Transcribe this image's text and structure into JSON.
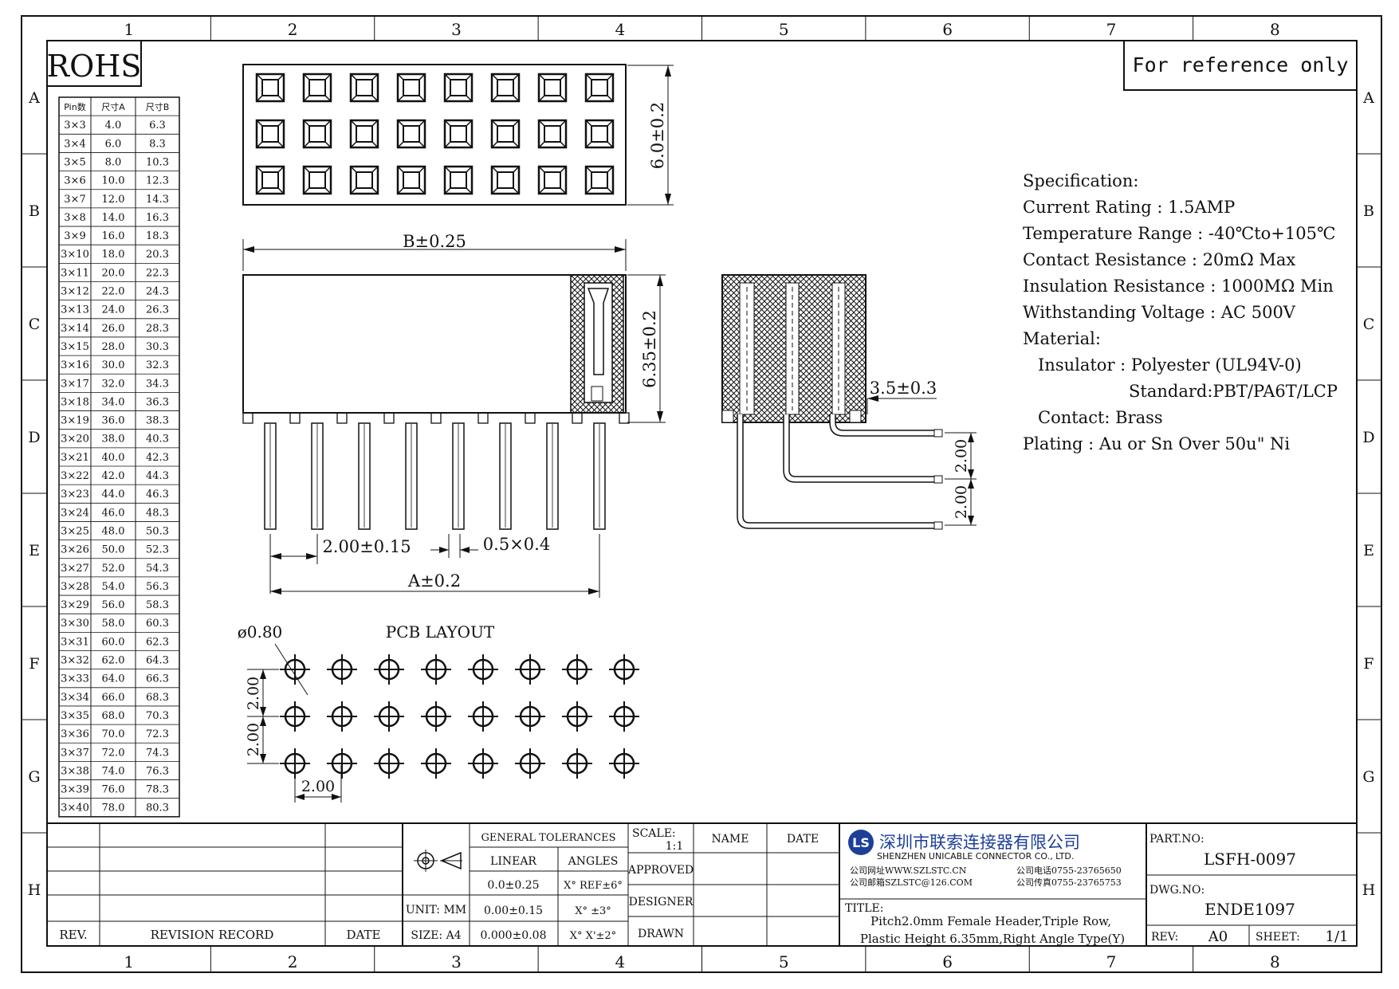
{
  "frame": {
    "columns": [
      "1",
      "2",
      "3",
      "4",
      "5",
      "6",
      "7",
      "8"
    ],
    "rows": [
      "A",
      "B",
      "C",
      "D",
      "E",
      "F",
      "G",
      "H"
    ]
  },
  "rohs": "ROHS",
  "reference_note": "For reference only",
  "pin_table": {
    "headers": [
      "Pin数",
      "尺寸A",
      "尺寸B"
    ],
    "rows": [
      [
        "3×3",
        "4.0",
        "6.3"
      ],
      [
        "3×4",
        "6.0",
        "8.3"
      ],
      [
        "3×5",
        "8.0",
        "10.3"
      ],
      [
        "3×6",
        "10.0",
        "12.3"
      ],
      [
        "3×7",
        "12.0",
        "14.3"
      ],
      [
        "3×8",
        "14.0",
        "16.3"
      ],
      [
        "3×9",
        "16.0",
        "18.3"
      ],
      [
        "3×10",
        "18.0",
        "20.3"
      ],
      [
        "3×11",
        "20.0",
        "22.3"
      ],
      [
        "3×12",
        "22.0",
        "24.3"
      ],
      [
        "3×13",
        "24.0",
        "26.3"
      ],
      [
        "3×14",
        "26.0",
        "28.3"
      ],
      [
        "3×15",
        "28.0",
        "30.3"
      ],
      [
        "3×16",
        "30.0",
        "32.3"
      ],
      [
        "3×17",
        "32.0",
        "34.3"
      ],
      [
        "3×18",
        "34.0",
        "36.3"
      ],
      [
        "3×19",
        "36.0",
        "38.3"
      ],
      [
        "3×20",
        "38.0",
        "40.3"
      ],
      [
        "3×21",
        "40.0",
        "42.3"
      ],
      [
        "3×22",
        "42.0",
        "44.3"
      ],
      [
        "3×23",
        "44.0",
        "46.3"
      ],
      [
        "3×24",
        "46.0",
        "48.3"
      ],
      [
        "3×25",
        "48.0",
        "50.3"
      ],
      [
        "3×26",
        "50.0",
        "52.3"
      ],
      [
        "3×27",
        "52.0",
        "54.3"
      ],
      [
        "3×28",
        "54.0",
        "56.3"
      ],
      [
        "3×29",
        "56.0",
        "58.3"
      ],
      [
        "3×30",
        "58.0",
        "60.3"
      ],
      [
        "3×31",
        "60.0",
        "62.3"
      ],
      [
        "3×32",
        "62.0",
        "64.3"
      ],
      [
        "3×33",
        "64.0",
        "66.3"
      ],
      [
        "3×34",
        "66.0",
        "68.3"
      ],
      [
        "3×35",
        "68.0",
        "70.3"
      ],
      [
        "3×36",
        "70.0",
        "72.3"
      ],
      [
        "3×37",
        "72.0",
        "74.3"
      ],
      [
        "3×38",
        "74.0",
        "76.3"
      ],
      [
        "3×39",
        "76.0",
        "78.3"
      ],
      [
        "3×40",
        "78.0",
        "80.3"
      ]
    ]
  },
  "dimensions": {
    "height_top": "6.0±0.2",
    "width_b": "B±0.25",
    "height_side": "6.35±0.2",
    "pitch": "2.00±0.15",
    "pin_size": "0.5×0.4",
    "width_a": "A±0.2",
    "offset": "3.5±0.3",
    "pitch_v1": "2.00",
    "pitch_v2": "2.00",
    "pcb_hole": "ø0.80",
    "pcb_v1": "2.00",
    "pcb_v2": "2.00",
    "pcb_h": "2.00"
  },
  "pcb_layout_title": "PCB LAYOUT",
  "specification": [
    "Specification:",
    "Current Rating : 1.5AMP",
    "Temperature Range : -40℃to+105℃",
    "Contact Resistance : 20mΩ Max",
    "Insulation Resistance : 1000MΩ Min",
    "Withstanding Voltage : AC 500V",
    "Material:",
    "Insulator : Polyester (UL94V-0)",
    "Standard:PBT/PA6T/LCP",
    "Contact: Brass",
    "Plating : Au or Sn Over 50u\" Ni"
  ],
  "title_block": {
    "rev_label": "REV.",
    "revision_record": "REVISION RECORD",
    "date_label": "DATE",
    "general_tolerances": "GENERAL TOLERANCES",
    "linear": "LINEAR",
    "angles": "ANGLES",
    "lin1": "0.0±0.25",
    "lin2": "0.00±0.15",
    "lin3": "0.000±0.08",
    "ang1": "X° REF±6°",
    "ang2": "X° ±3°",
    "ang3": "X° X'±2°",
    "unit": "UNIT: MM",
    "size": "SIZE: A4",
    "scale_label": "SCALE:",
    "scale_value": "1:1",
    "name": "NAME",
    "date2": "DATE",
    "approved": "APPROVED",
    "designer": "DESIGNER",
    "drawn": "DRAWN",
    "company_cn": "深圳市联索连接器有限公司",
    "company_en": "SHENZHEN UNICABLE CONNECTOR CO., LTD.",
    "web": "公司网址WWW.SZLSTC.CN",
    "email": "公司邮箱SZLSTC@126.COM",
    "tel": "公司电话0755-23765650",
    "fax": "公司传真0755-23765753",
    "title_label": "TITLE:",
    "title1": "Pitch2.0mm Female Header,Triple Row,",
    "title2": "Plastic Height 6.35mm,Right Angle Type(Y)",
    "part_no_label": "PART.NO:",
    "part_no": "LSFH-0097",
    "dwg_no_label": "DWG.NO:",
    "dwg_no": "ENDE1097",
    "rev2_label": "REV:",
    "rev_value": "A0",
    "sheet_label": "SHEET:",
    "sheet_value": "1/1"
  },
  "logo_text": "LS"
}
